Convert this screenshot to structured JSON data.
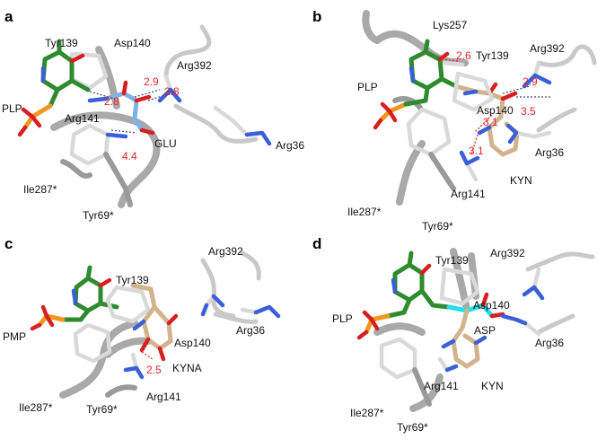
{
  "panels": [
    {
      "letter": "a",
      "labels": {
        "tyr139": "Tyr139",
        "asp140": "Asp140",
        "arg392": "Arg392",
        "plp": "PLP",
        "arg141": "Arg141",
        "glu": "GLU",
        "arg36": "Arg36",
        "ile287": "Ile287*",
        "tyr69": "Tyr69*"
      },
      "distances": [
        "2.9",
        "2.8",
        "2.8",
        "4.4"
      ]
    },
    {
      "letter": "b",
      "labels": {
        "lys257": "Lys257",
        "tyr139": "Tyr139",
        "arg392": "Arg392",
        "plp": "PLP",
        "asp140": "Asp140",
        "arg36": "Arg36",
        "kyn": "KYN",
        "arg141": "Arg141",
        "ile287": "Ile287*",
        "tyr69": "Tyr69*"
      },
      "distances": [
        "2.6",
        "2.9",
        "3.5",
        "3.1",
        "3.1"
      ]
    },
    {
      "letter": "c",
      "labels": {
        "arg392": "Arg392",
        "tyr139": "Tyr139",
        "pmp": "PMP",
        "asp140": "Asp140",
        "arg36": "Arg36",
        "kyna": "KYNA",
        "ile287": "Ile287*",
        "tyr69": "Tyr69*",
        "arg141": "Arg141"
      },
      "distances": [
        "2.5"
      ]
    },
    {
      "letter": "d",
      "labels": {
        "tyr139": "Tyr139",
        "arg392": "Arg392",
        "asp140": "Asp140",
        "plp": "PLP",
        "asp": "ASP",
        "arg36": "Arg36",
        "arg141": "Arg141",
        "kyn": "KYN",
        "ile287": "Ile287*",
        "tyr69": "Tyr69*"
      },
      "distances": []
    }
  ],
  "colors": {
    "carbon_ligand": "#2e8b2e",
    "nitrogen": "#3a5fd8",
    "oxygen": "#d81f1f",
    "phosphorus": "#f0961a",
    "glu_carbon": "#7fb2e6",
    "kyn_carbon": "#d2b48c",
    "asp_carbon": "#22e0e8",
    "distance_label": "#e8262a"
  }
}
